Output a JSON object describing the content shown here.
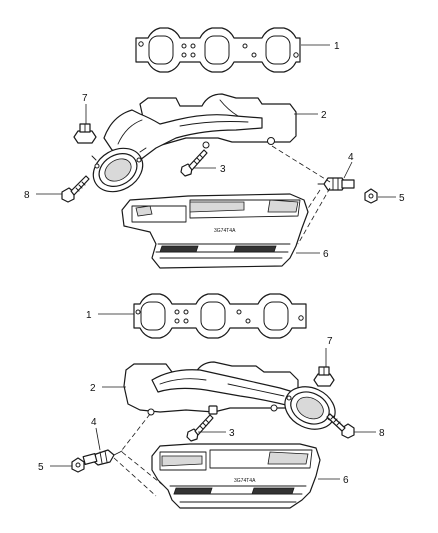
{
  "callouts": {
    "top_gasket": "1",
    "top_manifold": "2",
    "top_stud": "3",
    "top_sensor": "4",
    "top_nut": "5",
    "top_shield": "6",
    "top_cap": "7",
    "top_bolt": "8",
    "bottom_gasket": "1",
    "bottom_manifold": "2",
    "bottom_stud": "3",
    "bottom_sensor": "4",
    "bottom_nut": "5",
    "bottom_shield": "6",
    "bottom_cap": "7",
    "bottom_bolt": "8"
  },
  "shield_stamp": {
    "top": "3G74T4A",
    "bottom": "3G74T4A"
  }
}
